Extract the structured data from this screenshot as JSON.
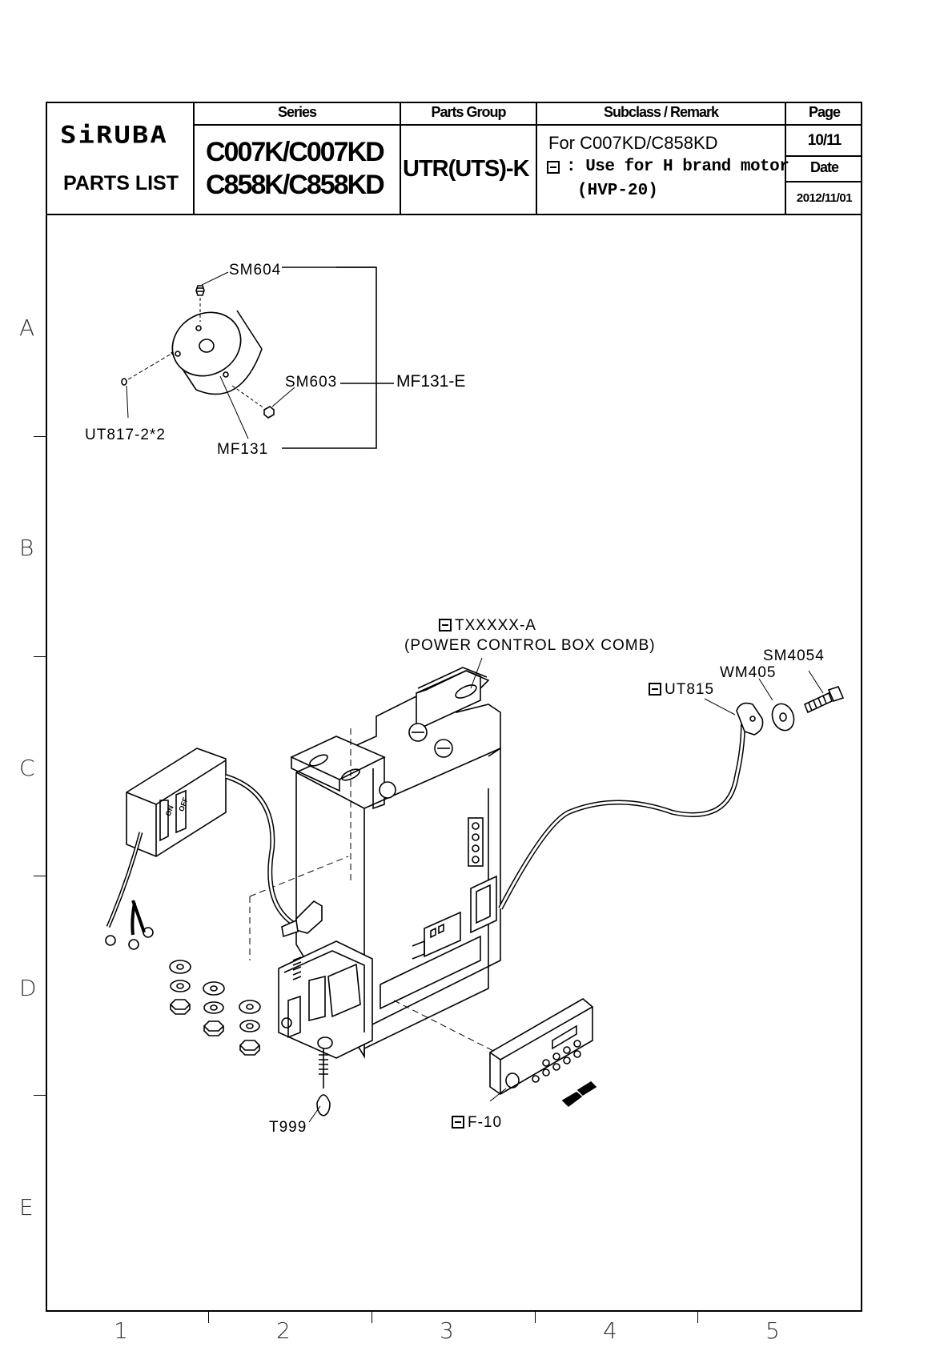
{
  "header": {
    "logo": "SiRUBA",
    "parts_list": "PARTS LIST",
    "series_label": "Series",
    "series_line1": "C007K/C007KD",
    "series_line2": "C858K/C858KD",
    "parts_group_label": "Parts Group",
    "parts_group_value": "UTR(UTS)-K",
    "subclass_label": "Subclass / Remark",
    "remark_line1": "For  C007KD/C858KD",
    "remark_line2": ": Use for H  brand motor",
    "remark_line3": "(HVP-20)",
    "page_label": "Page",
    "page_value": "10/11",
    "date_label": "Date",
    "date_value": "2012/11/01"
  },
  "grid": {
    "rows": [
      "A",
      "B",
      "C",
      "D",
      "E"
    ],
    "cols": [
      "1",
      "2",
      "3",
      "4",
      "5"
    ]
  },
  "parts": {
    "sm604": "SM604",
    "sm603": "SM603",
    "mf131e": "MF131-E",
    "ut817": "UT817-2*2",
    "mf131": "MF131",
    "txxxxx_a": "TXXXXX-A",
    "power_box": "(POWER  CONTROL BOX  COMB)",
    "sm4054": "SM4054",
    "wm405": "WM405",
    "ut815": "UT815",
    "t999": "T999",
    "f10": "F-10"
  },
  "switch": {
    "on": "ON",
    "off": "OFF"
  }
}
